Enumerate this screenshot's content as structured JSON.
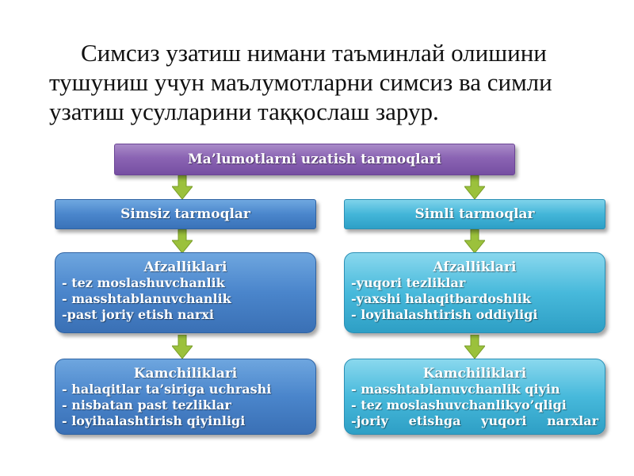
{
  "intro": {
    "line1": [
      "Симсиз",
      "узатиш",
      "нимани",
      "таъминлай",
      "олишини"
    ],
    "line2": [
      "тушуниш",
      "учун",
      "маълумотларни",
      "симсиз",
      "ва",
      "симли"
    ],
    "line3": "узатиш усулларини таққослаш зарур."
  },
  "diagram": {
    "title": "Ma’lumotlarni uzatish tarmoqlari",
    "left": {
      "header": "Simsiz tarmoqlar",
      "advantages": {
        "heading": "Afzalliklari",
        "items": [
          "- tez moslashuvchanlik",
          "- masshtablanuvchanlik",
          "-past joriy etish narxi"
        ]
      },
      "disadvantages": {
        "heading": "Kamchiliklari",
        "items": [
          "- halaqitlar ta’siriga uchrashi",
          "- nisbatan past tezliklar",
          "- loyihalashtirish qiyinligi"
        ]
      }
    },
    "right": {
      "header": "Simli tarmoqlar",
      "advantages": {
        "heading": "Afzalliklari",
        "items": [
          "-yuqori tezliklar",
          "-yaxshi halaqitbardoshlik",
          "- loyihalashtirish oddiyligi"
        ]
      },
      "disadvantages": {
        "heading": "Kamchiliklari",
        "items": [
          "- masshtablanuvchanlik qiyin",
          "- tez moslashuvchanlikyo’qligi"
        ],
        "last_item_words": [
          "-joriy",
          "etishga",
          "yuqori",
          "narxlar"
        ]
      }
    },
    "colors": {
      "title_box": "#8a63b3",
      "left_boxes": "#4a86cc",
      "right_boxes": "#43b6d9",
      "arrows": "#9bc13c"
    }
  }
}
